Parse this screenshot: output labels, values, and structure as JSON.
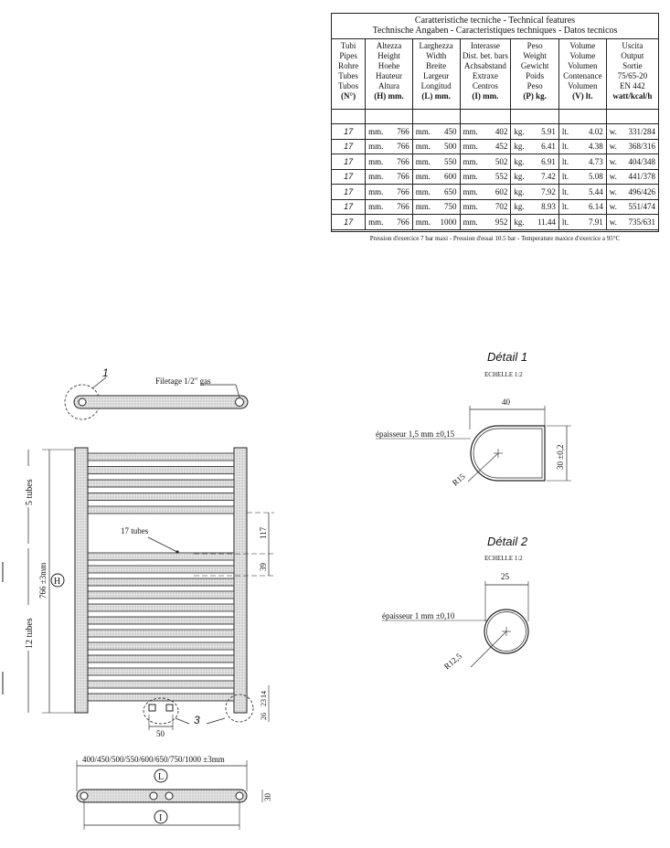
{
  "table": {
    "title_1": "Caratteristiche tecniche - Technical features",
    "title_2": "Technische Angaben - Caracteristiques techniques - Datos tecnicos",
    "columns": [
      {
        "lines": [
          "Tubi",
          "Pipes",
          "Rohre",
          "Tubes",
          "Tubos",
          "(N°)"
        ]
      },
      {
        "lines": [
          "Altezza",
          "Height",
          "Hoehe",
          "Hauteur",
          "Altura",
          "(H) mm."
        ]
      },
      {
        "lines": [
          "Larghezza",
          "Width",
          "Breite",
          "Largeur",
          "Longitud",
          "(L) mm."
        ]
      },
      {
        "lines": [
          "Interasse",
          "Dist. bet. bars",
          "Achsabstand",
          "Extraxe",
          "Centros",
          "(I) mm."
        ]
      },
      {
        "lines": [
          "Peso",
          "Weight",
          "Gewicht",
          "Poids",
          "Peso",
          "(P) kg."
        ]
      },
      {
        "lines": [
          "Volume",
          "Volume",
          "Volumen",
          "Contenance",
          "Volumen",
          "(V) lt."
        ]
      },
      {
        "lines": [
          "Uscita",
          "Output",
          "Sortie",
          "75/65-20",
          "EN 442",
          "watt/kcal/h"
        ]
      }
    ],
    "rows": [
      {
        "tubes": "17",
        "h_unit": "mm.",
        "height": "766",
        "l_unit": "mm.",
        "width": "450",
        "i_unit": "mm.",
        "centers": "402",
        "p_unit": "kg.",
        "weight": "5.91",
        "v_unit": "lt.",
        "volume": "4.02",
        "o_unit": "w.",
        "output": "331/284"
      },
      {
        "tubes": "17",
        "h_unit": "mm.",
        "height": "766",
        "l_unit": "mm.",
        "width": "500",
        "i_unit": "mm.",
        "centers": "452",
        "p_unit": "kg.",
        "weight": "6.41",
        "v_unit": "lt.",
        "volume": "4.38",
        "o_unit": "w.",
        "output": "368/316"
      },
      {
        "tubes": "17",
        "h_unit": "mm.",
        "height": "766",
        "l_unit": "mm.",
        "width": "550",
        "i_unit": "mm.",
        "centers": "502",
        "p_unit": "kg.",
        "weight": "6.91",
        "v_unit": "lt.",
        "volume": "4.73",
        "o_unit": "w.",
        "output": "404/348"
      },
      {
        "tubes": "17",
        "h_unit": "mm.",
        "height": "766",
        "l_unit": "mm.",
        "width": "600",
        "i_unit": "mm.",
        "centers": "552",
        "p_unit": "kg.",
        "weight": "7.42",
        "v_unit": "lt.",
        "volume": "5.08",
        "o_unit": "w.",
        "output": "441/378"
      },
      {
        "tubes": "17",
        "h_unit": "mm.",
        "height": "766",
        "l_unit": "mm.",
        "width": "650",
        "i_unit": "mm.",
        "centers": "602",
        "p_unit": "kg.",
        "weight": "7.92",
        "v_unit": "lt.",
        "volume": "5.44",
        "o_unit": "w.",
        "output": "496/426"
      },
      {
        "tubes": "17",
        "h_unit": "mm.",
        "height": "766",
        "l_unit": "mm.",
        "width": "750",
        "i_unit": "mm.",
        "centers": "702",
        "p_unit": "kg.",
        "weight": "8.93",
        "v_unit": "lt.",
        "volume": "6.14",
        "o_unit": "w.",
        "output": "551/474"
      },
      {
        "tubes": "17",
        "h_unit": "mm.",
        "height": "766",
        "l_unit": "mm.",
        "width": "1000",
        "i_unit": "mm.",
        "centers": "952",
        "p_unit": "kg.",
        "weight": "11.44",
        "v_unit": "lt.",
        "volume": "7.91",
        "o_unit": "w.",
        "output": "735/631"
      }
    ],
    "footer": "Pression d'exercice 7 bar maxi - Pression d'essai 10.5 bar - Temperature maxice d'exercice a 95°C"
  },
  "drawing": {
    "callout_1": "1",
    "thread_label": "Filetage 1/2\" gas",
    "label_5_tubes": "5 tubes",
    "label_12_tubes": "12 tubes",
    "height_dim": "766 ±3mm",
    "height_symbol": "H",
    "label_17_tubes": "17 tubes",
    "dim_117": "117",
    "dim_39": "39",
    "dim_14": "14",
    "dim_23": "23",
    "dim_26": "26",
    "callout_3": "3",
    "dim_50": "50",
    "width_dim": "400/450/500/550/600/650/750/1000 ±3mm",
    "width_symbol": "L",
    "depth_dim": "30",
    "centers_symbol": "I"
  },
  "detail_1": {
    "title": "Détail 1",
    "scale": "ECHELLE 1:2",
    "width_dim": "40",
    "thickness": "épaisseur 1,5 mm ±0,15",
    "height_dim": "30 ±0,2",
    "radius": "R15"
  },
  "detail_2": {
    "title": "Détail 2",
    "scale": "ECHELLE 1:2",
    "width_dim": "25",
    "thickness": "épaisseur 1 mm ±0,10",
    "radius": "R12,5"
  }
}
